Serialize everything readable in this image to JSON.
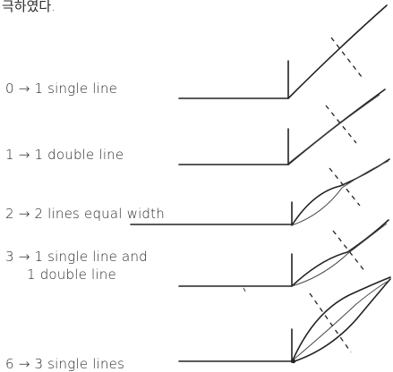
{
  "header_fragment": "극하였다.",
  "rows": [
    {
      "label_line1": "0 → 1  single line",
      "label_line2": ""
    },
    {
      "label_line1": "1 → 1  double line",
      "label_line2": ""
    },
    {
      "label_line1": "2 → 2  lines equal width",
      "label_line2": ""
    },
    {
      "label_line1": "3 → 1  single line and",
      "label_line2": "1 double line"
    },
    {
      "label_line1": "6 → 3  single lines",
      "label_line2": ""
    }
  ]
}
